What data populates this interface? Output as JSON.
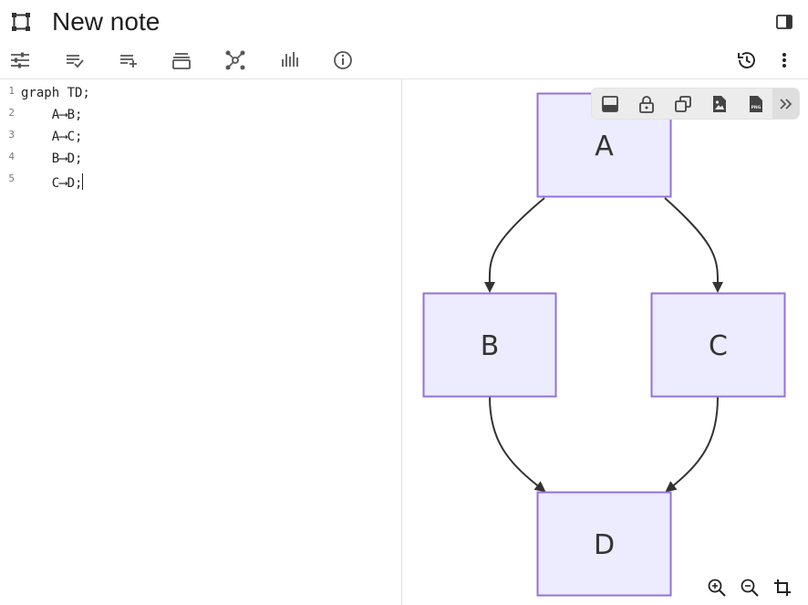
{
  "header": {
    "title": "New note"
  },
  "toolbar": {
    "icons": [
      "tune-icon",
      "checklist-icon",
      "add-list-icon",
      "stack-icon",
      "graph-icon",
      "bar-chart-icon",
      "info-icon"
    ],
    "right_icons": [
      "history-icon",
      "more-vert-icon"
    ]
  },
  "editor": {
    "lines": [
      {
        "num": "1",
        "text": "graph TD;"
      },
      {
        "num": "2",
        "text": "    A⟶B;"
      },
      {
        "num": "3",
        "text": "    A⟶C;"
      },
      {
        "num": "4",
        "text": "    B⟶D;"
      },
      {
        "num": "5",
        "text": "    C⟶D;"
      }
    ]
  },
  "diagram": {
    "nodes": [
      {
        "id": "A",
        "label": "A"
      },
      {
        "id": "B",
        "label": "B"
      },
      {
        "id": "C",
        "label": "C"
      },
      {
        "id": "D",
        "label": "D"
      }
    ],
    "edges": [
      [
        "A",
        "B"
      ],
      [
        "A",
        "C"
      ],
      [
        "B",
        "D"
      ],
      [
        "C",
        "D"
      ]
    ],
    "colors": {
      "node_fill": "#ececfe",
      "node_stroke": "#9370db",
      "edge": "#333333"
    }
  },
  "float_toolbar": {
    "icons": [
      "dock-bottom-icon",
      "lock-icon",
      "copy-icon",
      "export-image-icon",
      "export-png-icon",
      "chevrons-right-icon"
    ],
    "png_label": "PNG"
  },
  "zoom_controls": {
    "icons": [
      "zoom-in-icon",
      "zoom-out-icon",
      "crop-icon"
    ]
  }
}
